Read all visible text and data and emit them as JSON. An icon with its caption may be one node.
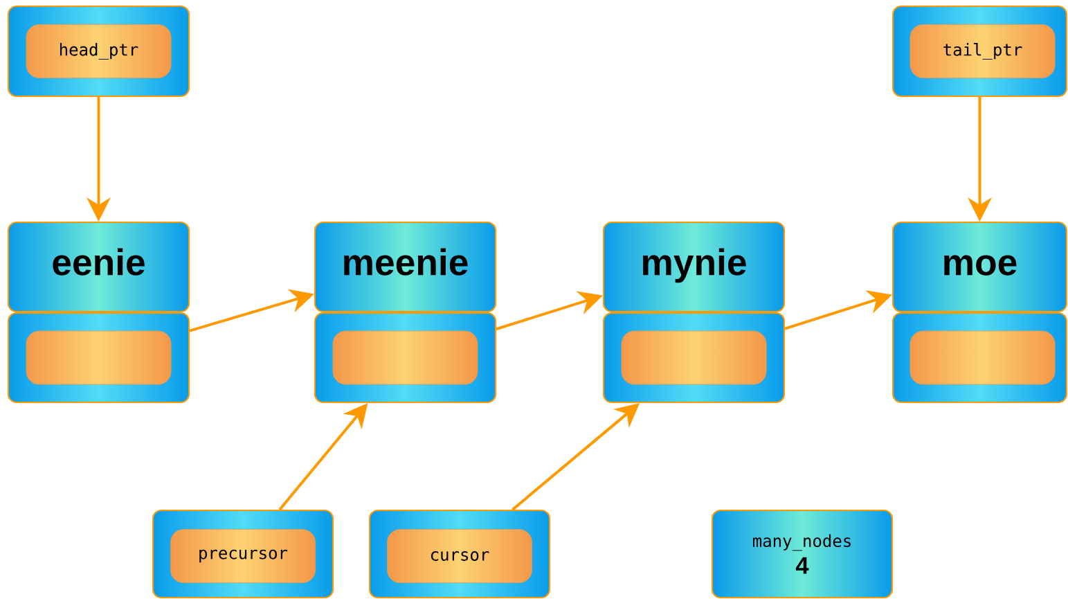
{
  "diagram": {
    "nodes": [
      {
        "text": [],
        "shape": "box"
      },
      {
        "text": [
          "head_ptr"
        ],
        "in": 0
      },
      {
        "text": [],
        "shape": "box"
      },
      {
        "text": [
          "tail_ptr"
        ],
        "in": 2
      },
      {
        "text": [
          "eenie"
        ]
      },
      {
        "text": [
          "meenie"
        ]
      },
      {
        "text": [
          "mynie"
        ]
      },
      {
        "text": [
          "moe"
        ]
      },
      {
        "text": [],
        "shape": "box"
      },
      {
        "text": [],
        "shape": "box",
        "in": 8
      },
      {
        "text": [],
        "shape": "box"
      },
      {
        "text": [],
        "shape": "box",
        "in": 10
      },
      {
        "text": [],
        "shape": "box"
      },
      {
        "text": [],
        "shape": "box",
        "in": 12
      },
      {
        "text": [],
        "shape": "box"
      },
      {
        "text": [],
        "shape": "box",
        "in": 14
      },
      {
        "text": [],
        "shape": "box"
      },
      {
        "text": [
          "precursor"
        ],
        "in": 16
      },
      {
        "text": [],
        "shape": "box"
      },
      {
        "text": [
          "cursor"
        ],
        "in": 18
      },
      {
        "text": [
          "many_nodes",
          "4"
        ]
      }
    ],
    "edges": [
      {
        "from": 0,
        "to": 4,
        "arrow": "to"
      },
      {
        "from": 2,
        "to": 7,
        "arrow": "to"
      },
      {
        "from": 8,
        "to": 5,
        "arrow": "to"
      },
      {
        "from": 10,
        "to": 6,
        "arrow": "to"
      },
      {
        "from": 12,
        "to": 7,
        "arrow": "to"
      },
      {
        "from": 16,
        "to": 10,
        "arrow": "to"
      },
      {
        "from": 18,
        "to": 12,
        "arrow": "to"
      }
    ]
  }
}
